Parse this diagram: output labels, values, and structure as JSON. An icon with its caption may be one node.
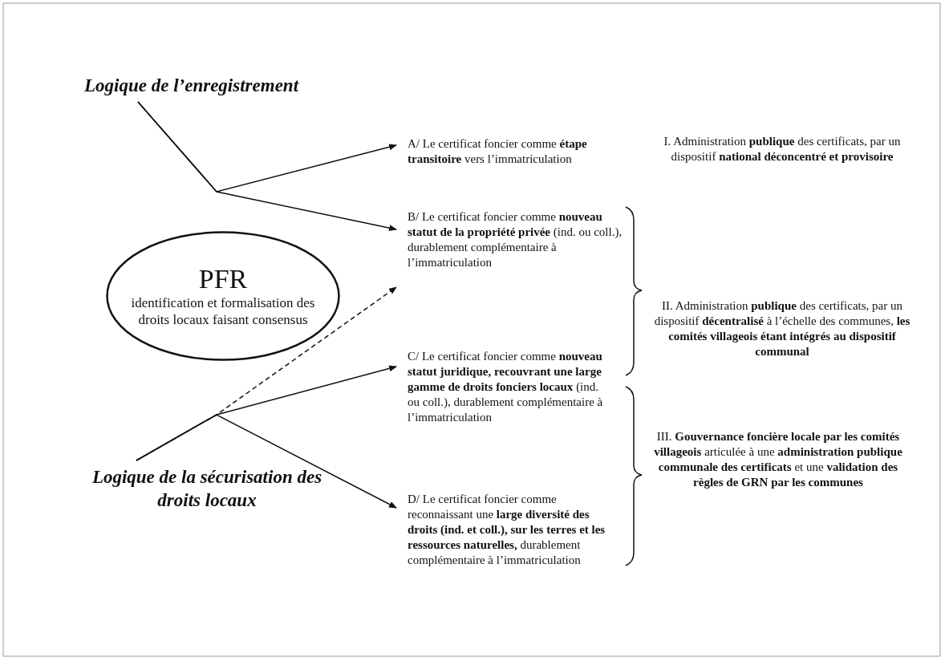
{
  "diagram": {
    "nodes": [
      {
        "text": [
          "Logique de l’enregistrement"
        ]
      },
      {
        "text": [
          "Logique de la sécurisation des droits locaux"
        ]
      },
      {
        "text": [
          "PFR",
          "identification et formalisation des droits locaux faisant consensus"
        ]
      },
      {
        "text": [
          "A/ Le certificat foncier comme **étape transitoire** vers l’immatriculation"
        ]
      },
      {
        "text": [
          "B/ Le certificat foncier comme **nouveau statut de la propriété privée** (ind. ou coll.), durablement complémentaire à l’immatriculation"
        ]
      },
      {
        "text": [
          "C/ Le certificat foncier comme **nouveau statut juridique, recouvrant une large gamme de droits fonciers locaux** (ind. ou coll.), durablement complémentaire à l’immatriculation"
        ]
      },
      {
        "text": [
          "D/ Le certificat foncier comme reconnaissant une **large diversité des droits (ind. et coll.), sur les terres et les ressources naturelles,** durablement complémentaire à l’immatriculation"
        ]
      },
      {
        "text": [
          "I. Administration **publique** des certificats, par un dispositif **national déconcentré et provisoire**"
        ]
      },
      {
        "text": [
          "II. Administration **publique** des certificats, par un dispositif **décentralisé** à l’échelle des communes, **les comités villageois étant intégrés au dispositif communal**"
        ]
      },
      {
        "text": [
          "III. **Gouvernance foncière locale par les comités villageois** articulée à une **administration publique communale des certificats** et une **validation des règles de GRN par les communes**"
        ]
      }
    ],
    "edges": [
      {
        "from": 0,
        "to": 3,
        "arrow": "to"
      },
      {
        "from": 0,
        "to": 4,
        "arrow": "to"
      },
      {
        "from": 1,
        "to": 4,
        "arrow": "to",
        "style": "dashed"
      },
      {
        "from": 1,
        "to": 5,
        "arrow": "to"
      },
      {
        "from": 1,
        "to": 6,
        "arrow": "to"
      }
    ]
  }
}
